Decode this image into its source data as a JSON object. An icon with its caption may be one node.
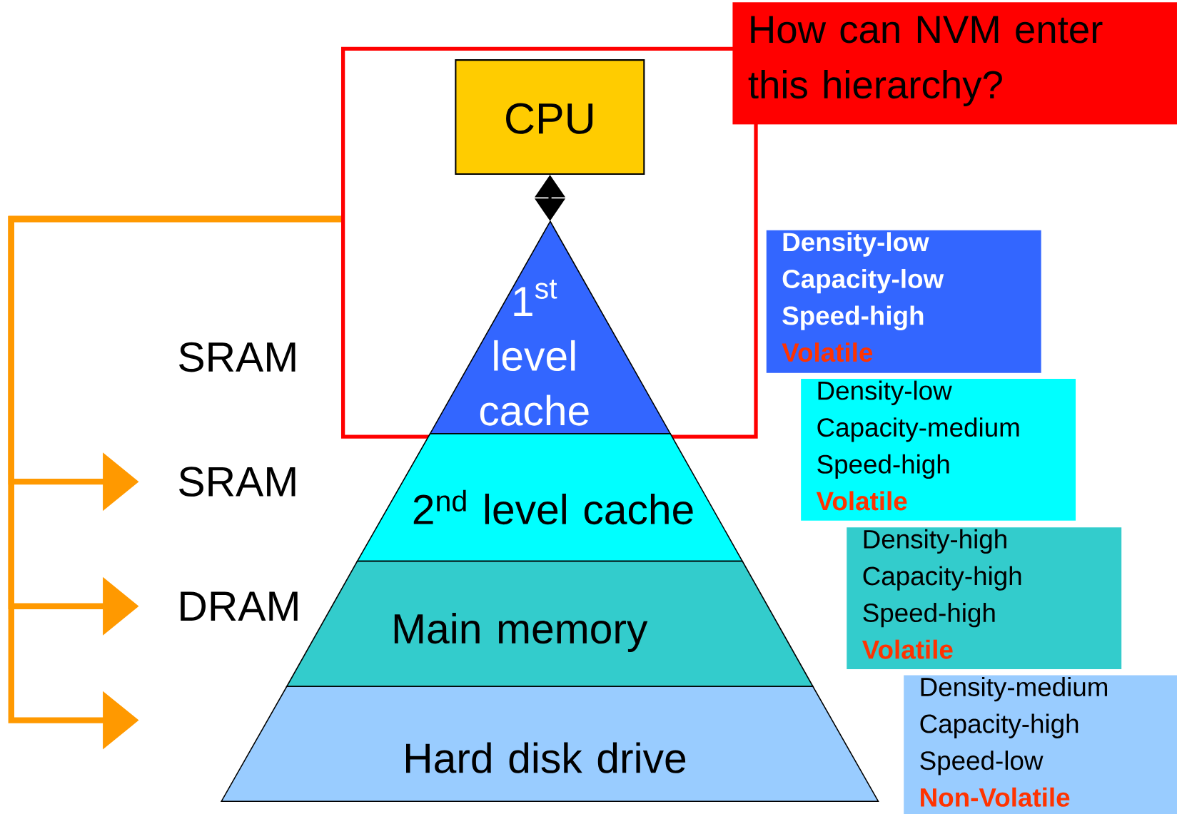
{
  "diagram": {
    "nodes": [
      {
        "text": [],
        "shape": "box"
      },
      {
        "text": [
          "CPU"
        ],
        "in": 0
      },
      {
        "text": [
          "How can NVM enter this hierarchy?"
        ]
      },
      {
        "text": [
          "\\text{1}^{\\text{st}}",
          "level cache"
        ],
        "in": 0
      },
      {
        "text": [
          "Density-low",
          "Capacity-low",
          "Speed-high",
          "Volatile"
        ]
      },
      {
        "text": [
          "SRAM"
        ]
      },
      {
        "text": [
          "2$^{nd}$ level cache"
        ]
      },
      {
        "text": [
          "Density-low",
          "Capacity-medium",
          "Speed-high",
          "Volatile"
        ]
      },
      {
        "text": [
          "DRAM"
        ]
      },
      {
        "text": [
          "Main memory"
        ]
      },
      {
        "text": [
          "Density-high",
          "Capacity-high",
          "Speed-high",
          "Volatile"
        ]
      },
      {
        "text": [
          "Hard disk drive"
        ]
      },
      {
        "text": [
          "Density-medium",
          "Capacity-high",
          "Speed-low",
          "Non-Volatile"
        ]
      }
    ],
    "edges": [
      {
        "from": 1,
        "to": 3,
        "arrow": "both",
        "color": "#000000"
      },
      {
        "from": 0,
        "to": 5,
        "arrow": "to"
      },
      {
        "from": 0,
        "to": 8,
        "arrow": "to"
      },
      {
        "from": 0,
        "to": null,
        "arrow": "to"
      }
    ],
    "labels": [
      "SRAM"
    ]
  }
}
